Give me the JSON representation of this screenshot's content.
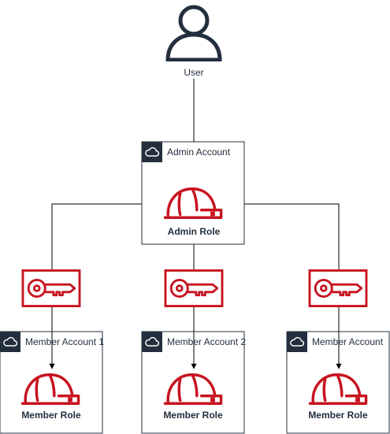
{
  "user": {
    "label": "User",
    "icon": "user-icon"
  },
  "admin_account": {
    "label": "Admin Account",
    "icon": "cloud-icon",
    "role": {
      "label": "Admin Role",
      "icon": "role-helmet-icon"
    }
  },
  "member_accounts": [
    {
      "label": "Member Account 1",
      "icon": "cloud-icon",
      "role": {
        "label": "Member Role",
        "icon": "role-helmet-icon"
      }
    },
    {
      "label": "Member Account 2",
      "icon": "cloud-icon",
      "role": {
        "label": "Member Role",
        "icon": "role-helmet-icon"
      }
    },
    {
      "label": "Member Account",
      "icon": "cloud-icon",
      "role": {
        "label": "Member Role",
        "icon": "role-helmet-icon"
      }
    }
  ],
  "keys": [
    {
      "icon": "key-icon"
    },
    {
      "icon": "key-icon"
    },
    {
      "icon": "key-icon"
    }
  ],
  "colors": {
    "role_red": "#c7131f",
    "account_header": "#232f3e",
    "line": "#000000",
    "user_dark": "#232f3e"
  }
}
